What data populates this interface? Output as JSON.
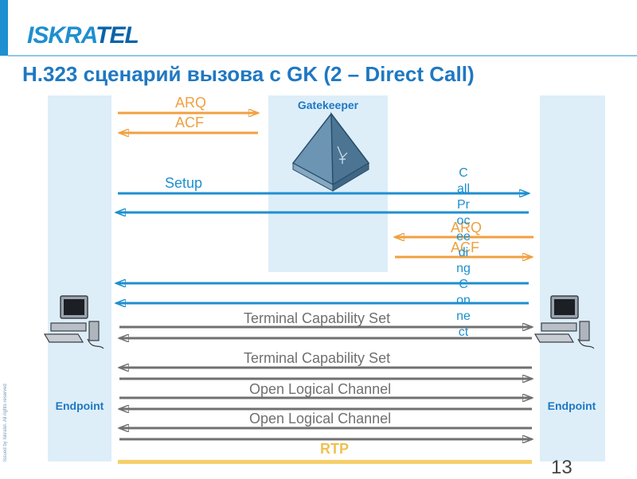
{
  "logo": {
    "text_a": "ISKRA",
    "text_b": "TEL"
  },
  "title": "H.323 сценарий вызова с GK (2 – Direct Call)",
  "gatekeeper_label": "Gatekeeper",
  "endpoint_left_label": "Endpoint",
  "endpoint_right_label": "Endpoint",
  "messages": {
    "arq_1": "ARQ",
    "acf_1": "ACF",
    "setup": "Setup",
    "call_proceeding": "Call Proceeding",
    "arq_2": "ARQ",
    "acf_2": "ACF",
    "connect": "Connect",
    "tcs_1": "Terminal Capability Set",
    "tcs_2": "Terminal Capability Set",
    "olc_1": "Open Logical Channel",
    "olc_2": "Open Logical Channel",
    "rtp": "RTP"
  },
  "vertical_text": [
    "C",
    "all",
    "Pr",
    "oc",
    "ee",
    "di",
    "ng",
    "C",
    "on",
    "ne",
    "ct"
  ],
  "side_note": "Issued by Iskratel. All rights reserved",
  "page_number": "13",
  "colors": {
    "blue": "#1e8fd0",
    "orange": "#f0a040",
    "gray": "#707070",
    "rtp": "#f5cf6a",
    "lane": "#ddeef9"
  },
  "icons": [
    "gatekeeper-pyramid-icon",
    "computer-left-icon",
    "computer-right-icon"
  ]
}
